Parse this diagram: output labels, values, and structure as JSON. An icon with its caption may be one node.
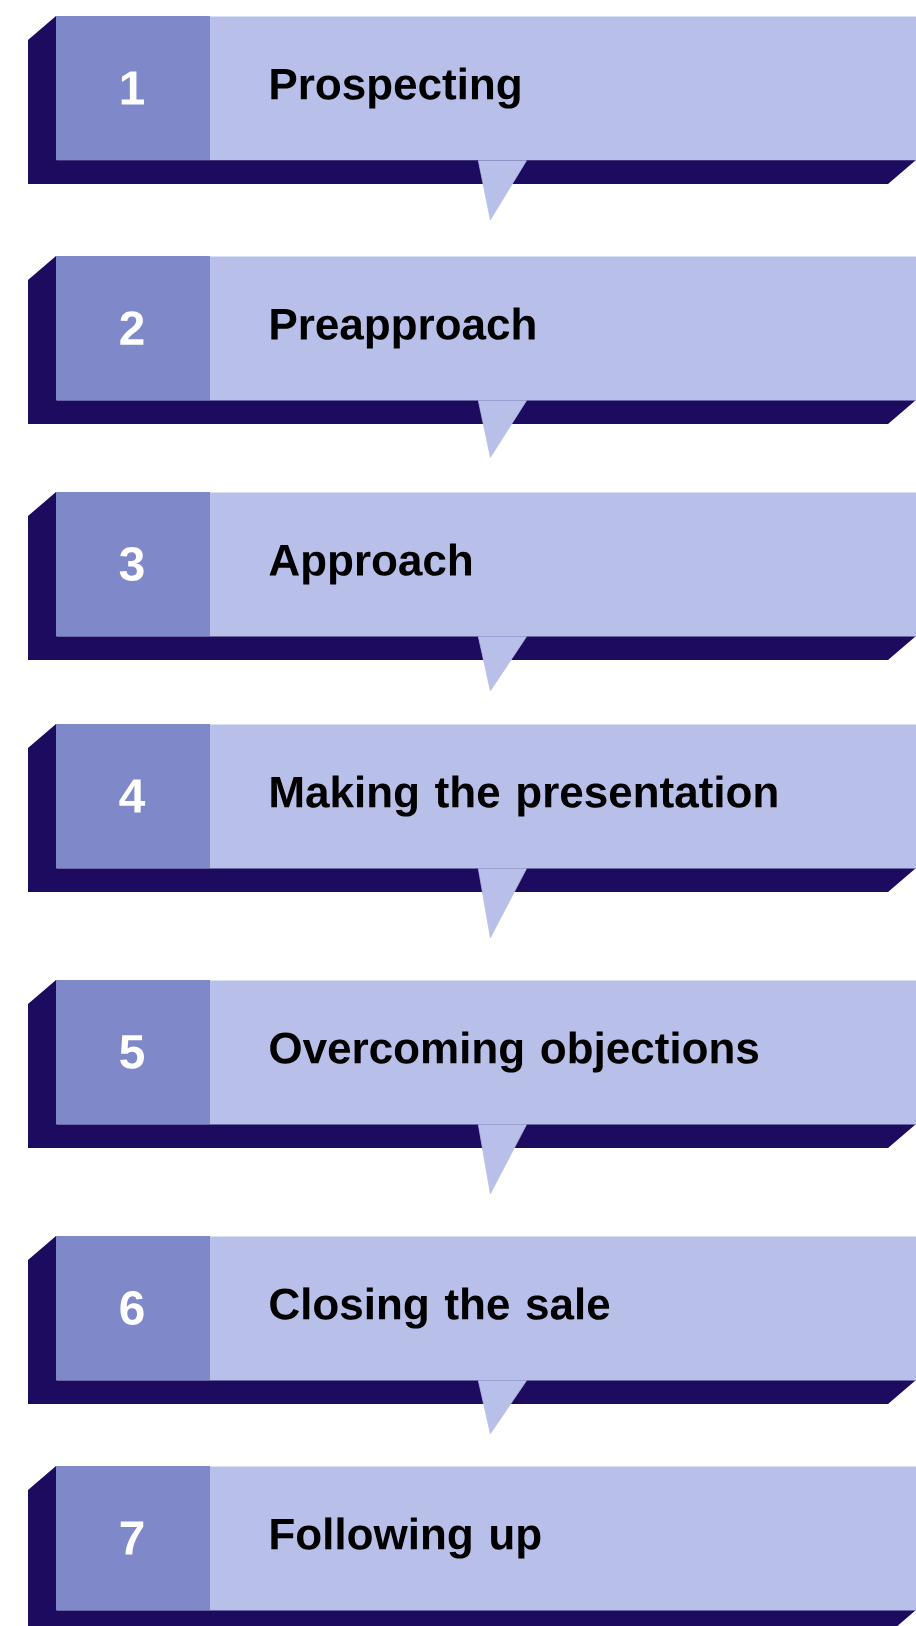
{
  "diagram": {
    "nodes": [
      {
        "text": [
          "1",
          "Prospecting"
        ]
      },
      {
        "text": [
          "2",
          "Preapproach"
        ]
      },
      {
        "text": [
          "3",
          "Approach"
        ]
      },
      {
        "text": [
          "4",
          "Making the presentation"
        ]
      },
      {
        "text": [
          "5",
          "Overcoming objections"
        ]
      },
      {
        "text": [
          "6",
          "Closing the sale"
        ]
      },
      {
        "text": [
          "7",
          "Following up"
        ]
      }
    ],
    "edges": [
      {
        "from": 0,
        "to": 1,
        "arrow": "to"
      },
      {
        "from": 1,
        "to": 2,
        "arrow": "to"
      },
      {
        "from": 2,
        "to": 3,
        "arrow": "to"
      },
      {
        "from": 3,
        "to": 4,
        "arrow": "to"
      },
      {
        "from": 4,
        "to": 5,
        "arrow": "to"
      },
      {
        "from": 5,
        "to": 6,
        "arrow": "to"
      }
    ]
  }
}
